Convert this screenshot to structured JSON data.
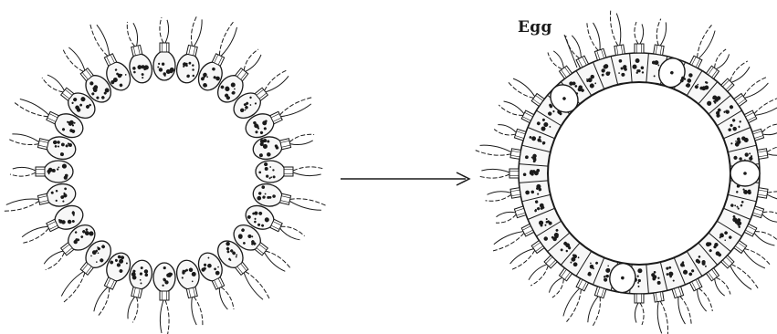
{
  "labels": {
    "egg": "Egg"
  },
  "colors": {
    "ink": "#1a1a1a",
    "cell_fill": "#f7f7f7",
    "paper": "#ffffff"
  },
  "panels": [
    {
      "name": "left-colony",
      "cells": 28,
      "form": "separate-ovoid-cells"
    },
    {
      "name": "right-colony",
      "cells": 40,
      "form": "joined-cylindrical-cells",
      "egg_cells": 4
    }
  ]
}
